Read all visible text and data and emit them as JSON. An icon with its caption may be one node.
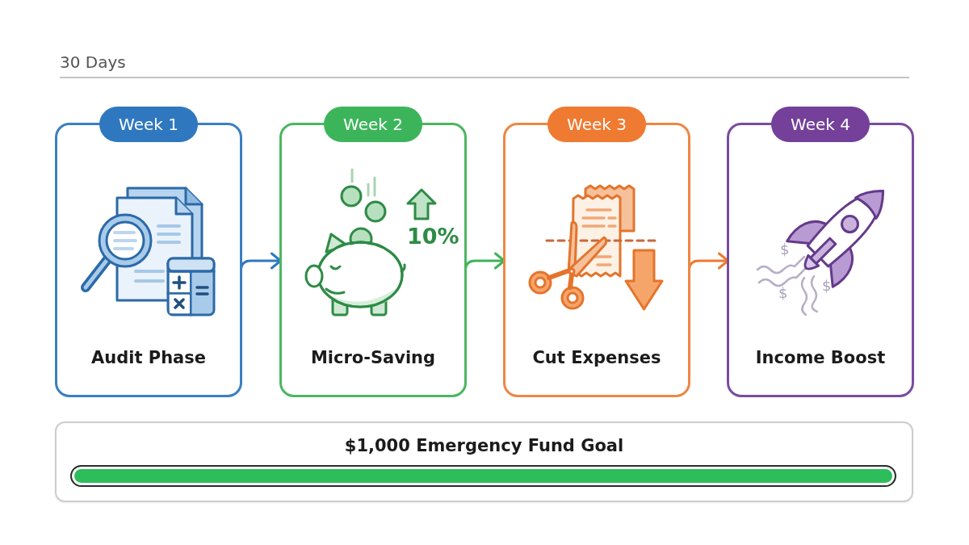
{
  "diagram": {
    "title": "30 Days",
    "nodes": [
      {
        "text": [
          "Week 1",
          "Audit Phase"
        ]
      },
      {
        "text": [
          "Week 2",
          "10%",
          "Micro-Saving"
        ]
      },
      {
        "text": [
          "Week 3",
          "Cut Expenses"
        ]
      },
      {
        "text": [
          "Week 4",
          "$",
          "$",
          "$",
          "Income Boost"
        ]
      },
      {
        "text": [
          "$1,000 Emergency Fund Goal"
        ]
      }
    ],
    "edges": [
      {
        "from": 0,
        "to": 1,
        "arrow": "to",
        "color": "#2f78c0"
      },
      {
        "from": 1,
        "to": 2,
        "arrow": "to",
        "color": "#3fb35a"
      },
      {
        "from": 2,
        "to": 3,
        "arrow": "to",
        "color": "#ec7a30"
      }
    ]
  }
}
